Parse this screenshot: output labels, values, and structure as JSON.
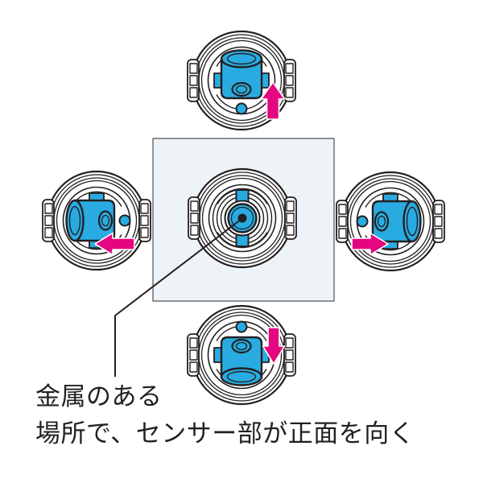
{
  "caption": {
    "line1": "金属のある",
    "line2": "場所で、センサー部が正面を向く"
  },
  "diagram": {
    "description": "sensor-ball-orientation-diagram",
    "metal_area": "square-panel",
    "devices": [
      {
        "position": "top",
        "sensor_direction": "up"
      },
      {
        "position": "left",
        "sensor_direction": "left"
      },
      {
        "position": "center",
        "sensor_direction": "front"
      },
      {
        "position": "right",
        "sensor_direction": "right"
      },
      {
        "position": "bottom",
        "sensor_direction": "down"
      }
    ],
    "arrows": [
      "up",
      "left",
      "right",
      "down"
    ]
  },
  "colors": {
    "sensor_cyan": "#29abe2",
    "arrow_pink": "#e4077f",
    "ink": "#231f20",
    "square_fill": "#edf3f7",
    "square_border": "#4d5256"
  }
}
